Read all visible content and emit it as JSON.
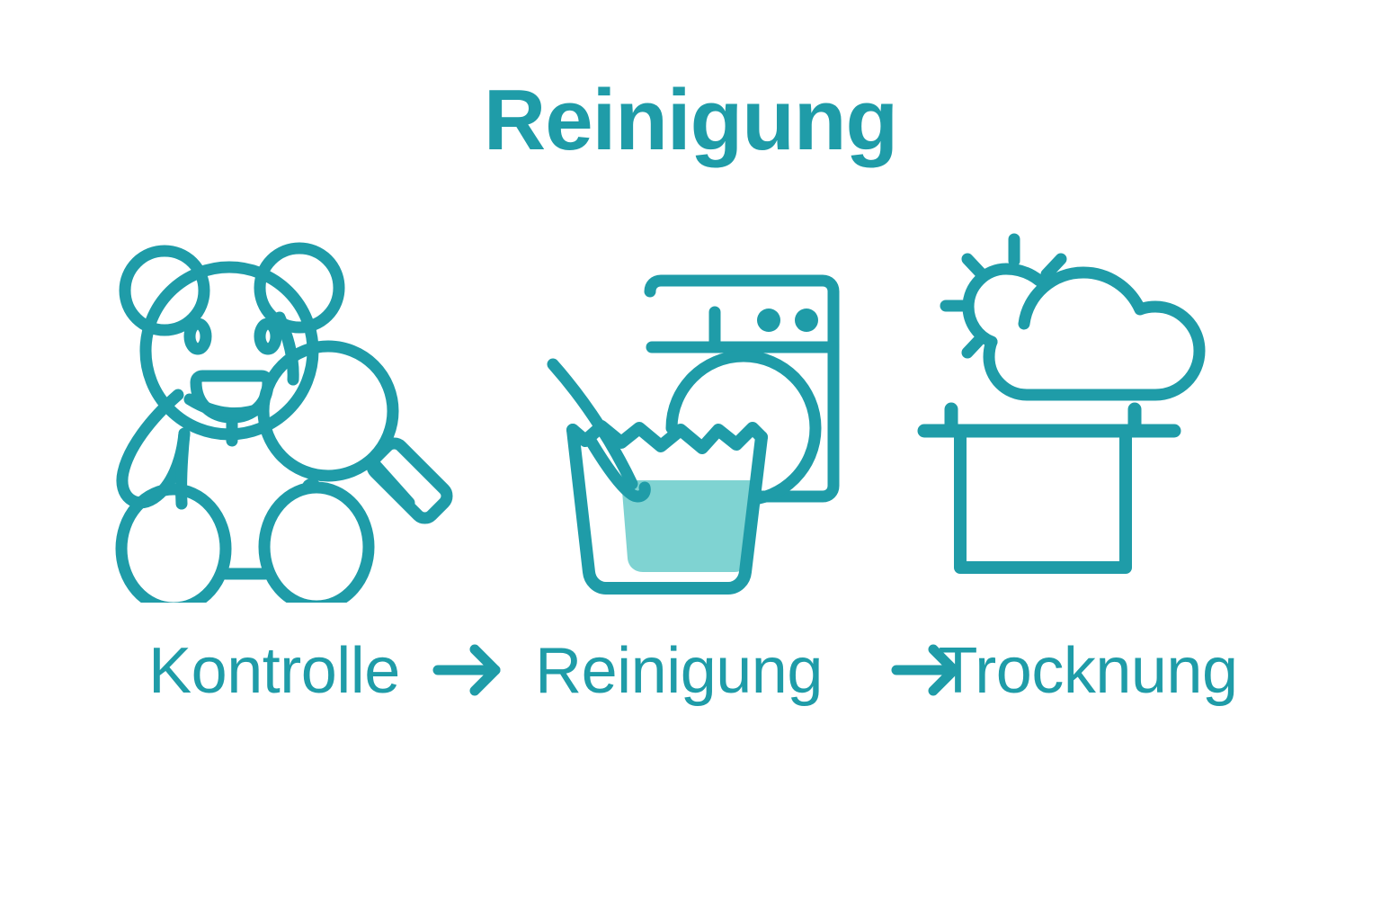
{
  "title": "Reinigung",
  "colors": {
    "accent": "#1F9CA8",
    "water_fill": "#7FD3D2",
    "background": "#FFFFFF"
  },
  "steps": [
    {
      "label": "Kontrolle",
      "icon": "teddy-bear-with-magnifying-glass-icon"
    },
    {
      "label": "Reinigung",
      "icon": "wash-basin-and-washing-machine-icon"
    },
    {
      "label": "Trocknung",
      "icon": "sun-cloud-and-drying-towel-icon"
    }
  ],
  "connectors": [
    {
      "name": "arrow-right-icon"
    },
    {
      "name": "arrow-right-icon"
    }
  ]
}
